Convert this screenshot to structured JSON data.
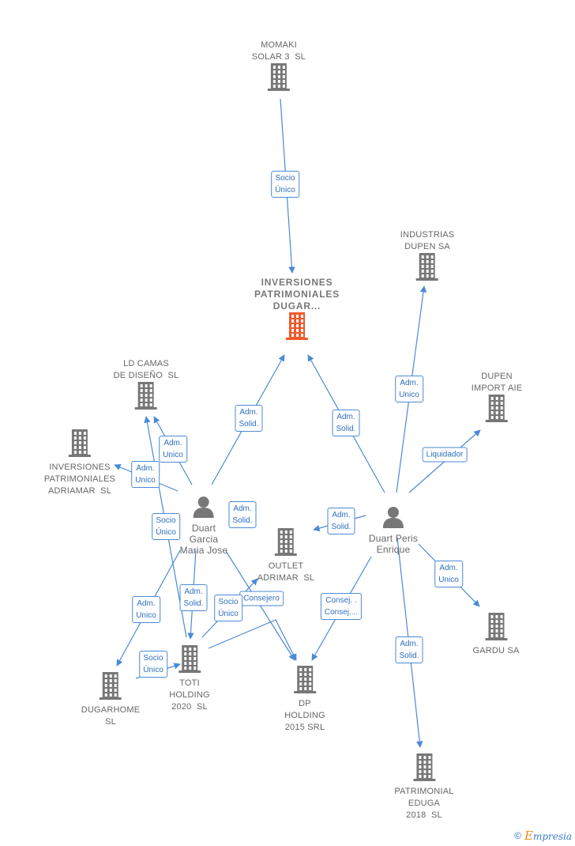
{
  "colors": {
    "edge": "#4a8ad6",
    "building": "#777777",
    "main_building": "#ee5a2a",
    "person": "#777777"
  },
  "nodes": [
    {
      "id": "momaki",
      "type": "company",
      "label": "MOMAKI\nSOLAR 3  SL",
      "label_pos": "above"
    },
    {
      "id": "inversiones_dugar",
      "type": "main",
      "label": "INVERSIONES\nPATRIMONIALES\nDUGAR...",
      "label_pos": "above"
    },
    {
      "id": "industrias_dupen",
      "type": "company",
      "label": "INDUSTRIAS\nDUPEN SA",
      "label_pos": "above"
    },
    {
      "id": "dupen_import",
      "type": "company",
      "label": "DUPEN\nIMPORT AIE",
      "label_pos": "above"
    },
    {
      "id": "ld_camas",
      "type": "company",
      "label": "LD CAMAS\nDE DISEÑO  SL",
      "label_pos": "above"
    },
    {
      "id": "inv_adriamar",
      "type": "company",
      "label": "INVERSIONES\nPATRIMONIALES\nADRIAMAR  SL",
      "label_pos": "below"
    },
    {
      "id": "duart_garcia",
      "type": "person",
      "label": "Duart\nGarcia\nMaria Jose",
      "label_pos": "below"
    },
    {
      "id": "outlet",
      "type": "company",
      "label": "OUTLET\nADRIMAR  SL",
      "label_pos": "below"
    },
    {
      "id": "duart_peris",
      "type": "person",
      "label": "Duart Peris\nEnrique",
      "label_pos": "below"
    },
    {
      "id": "gardu",
      "type": "company",
      "label": "GARDU SA",
      "label_pos": "below"
    },
    {
      "id": "dugarhome",
      "type": "company",
      "label": "DUGARHOME\nSL",
      "label_pos": "below"
    },
    {
      "id": "toti",
      "type": "company",
      "label": "TOTI\nHOLDING\n2020  SL",
      "label_pos": "below"
    },
    {
      "id": "dp_holding",
      "type": "company",
      "label": "DP\nHOLDING\n2015 SRL",
      "label_pos": "below"
    },
    {
      "id": "patrimonial_eduga",
      "type": "company",
      "label": "PATRIMONIAL\nEDUGA\n2018  SL",
      "label_pos": "below"
    }
  ],
  "edges": [
    {
      "from": "momaki",
      "to": "inversiones_dugar",
      "label": "Socio\nÚnico"
    },
    {
      "from": "duart_garcia",
      "to": "inversiones_dugar",
      "label": "Adm.\nSolid."
    },
    {
      "from": "duart_peris",
      "to": "inversiones_dugar",
      "label": "Adm.\nSolid."
    },
    {
      "from": "duart_peris",
      "to": "industrias_dupen",
      "label": "Adm.\nUnico"
    },
    {
      "from": "duart_peris",
      "to": "dupen_import",
      "label": "Liquidador"
    },
    {
      "from": "duart_garcia",
      "to": "ld_camas",
      "label": "Adm.\nUnico"
    },
    {
      "from": "duart_garcia",
      "to": "inv_adriamar",
      "label": "Adm.\nUnico"
    },
    {
      "from": "toti",
      "to": "ld_camas",
      "label": "Socio\nÚnico"
    },
    {
      "from": "duart_garcia",
      "to": "dp_holding",
      "label": "Adm.\nSolid."
    },
    {
      "from": "duart_peris",
      "to": "outlet",
      "label": "Adm.\nSolid."
    },
    {
      "from": "duart_peris",
      "to": "gardu",
      "label": "Adm.\nUnico"
    },
    {
      "from": "duart_garcia",
      "to": "dugarhome",
      "label": "Adm.\nUnico"
    },
    {
      "from": "duart_garcia",
      "to": "toti",
      "label": "Adm.\nSolid."
    },
    {
      "from": "toti",
      "to": "outlet",
      "label": "Consejero"
    },
    {
      "from": "toti",
      "to": "dp_holding",
      "label": "Socio\nÚnico"
    },
    {
      "from": "dugarhome",
      "to": "toti",
      "label": "Socio\nÚnico"
    },
    {
      "from": "duart_peris",
      "to": "dp_holding",
      "label": "Consej. .\nConsej...."
    },
    {
      "from": "duart_peris",
      "to": "patrimonial_eduga",
      "label": "Adm.\nSolid."
    }
  ],
  "footer": {
    "copyright": "©",
    "brand": "Empresia"
  }
}
